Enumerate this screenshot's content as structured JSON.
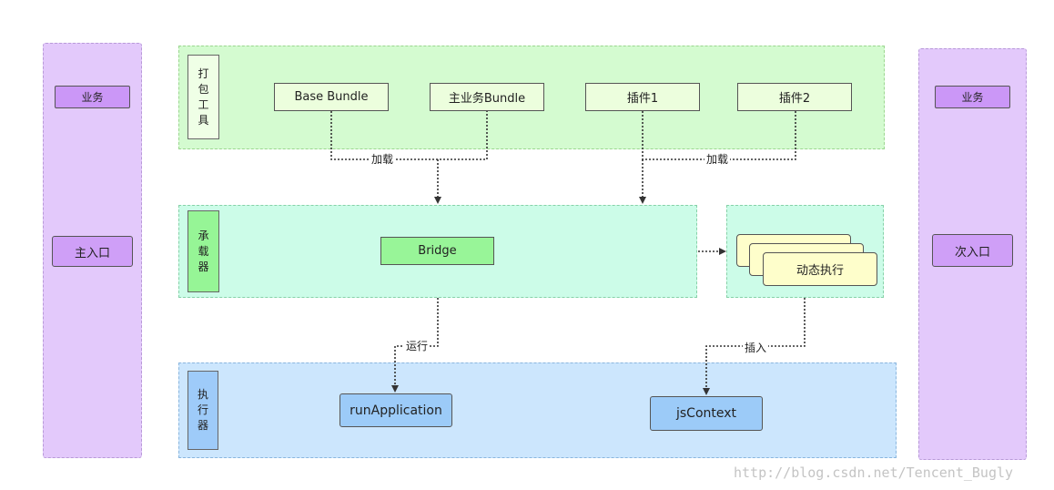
{
  "left_panel": {
    "tag": "业务",
    "entry": "主入口"
  },
  "right_panel": {
    "tag": "业务",
    "entry": "次入口"
  },
  "packaging_layer": {
    "label": "打包工具",
    "bundles": [
      "Base Bundle",
      "主业务Bundle",
      "插件1",
      "插件2"
    ]
  },
  "bridge_layer": {
    "label": "承载器",
    "node": "Bridge"
  },
  "dynamic_exec": {
    "label": "动态执行"
  },
  "exec_layer": {
    "label": "执行器",
    "nodes": [
      "runApplication",
      "jsContext"
    ]
  },
  "edges": {
    "load_left": "加载",
    "load_right": "加载",
    "run": "运行",
    "insert": "插入"
  },
  "watermark": "http://blog.csdn.net/Tencent_Bugly"
}
